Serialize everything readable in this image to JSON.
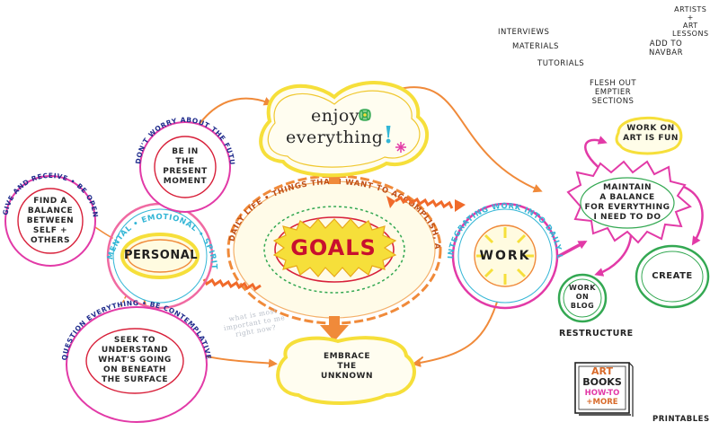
{
  "center": {
    "label": "GOALS",
    "ring_text": "DAILY LIFE • THINGS THAT I WANT TO ACCOMPLISH, ACHIEVE, OR INTEGRATE INTO MY DAILY LIFE"
  },
  "enjoy": {
    "line1": "enjoy",
    "line2": "everything",
    "mark": "!"
  },
  "embrace": {
    "lines": [
      "EMBRACE",
      "THE",
      "UNKNOWN"
    ]
  },
  "faint_note": "what is most important to me right now?",
  "personal": {
    "label": "PERSONAL",
    "ring_text": "MENTAL • EMOTIONAL • SPIRITUAL • SETTING INTENTIONS",
    "balance": {
      "lines": [
        "FIND A",
        "BALANCE",
        "BETWEEN",
        "SELF +",
        "OTHERS"
      ],
      "ring_text": "GIVE AND RECEIVE • BE OPEN AND LOOK WITHIN"
    },
    "present": {
      "lines": [
        "BE IN",
        "THE",
        "PRESENT",
        "MOMENT"
      ],
      "ring_text": "DON'T WORRY ABOUT THE FUTURE • LET IT BE"
    },
    "seek": {
      "lines": [
        "SEEK TO",
        "UNDERSTAND",
        "WHAT'S GOING",
        "ON BENEATH",
        "THE SURFACE"
      ],
      "ring_text": "QUESTION EVERYTHING • BE CONTEMPLATIVE + REFLECTIVE"
    }
  },
  "work": {
    "label": "WORK",
    "ring_text": "INTEGRATING WORK INTO DAILY LIFE • MINDFUL LIVING",
    "maintain": {
      "lines": [
        "MAINTAIN",
        "A BALANCE",
        "FOR EVERYTHING",
        "I NEED TO DO"
      ]
    },
    "work_fun": {
      "lines": [
        "WORK ON",
        "ART IS FUN"
      ]
    },
    "create": {
      "label": "CREATE"
    },
    "blog": {
      "lines": [
        "WORK",
        "ON",
        "BLOG"
      ]
    }
  },
  "notes": {
    "interviews": "INTERVIEWS",
    "materials": "MATERIALS",
    "tutorials": "TUTORIALS",
    "artists": [
      "ARTISTS",
      "+",
      "ART",
      "LESSONS"
    ],
    "add_navbar": [
      "ADD TO",
      "NAVBAR"
    ],
    "flesh_out": [
      "FLESH OUT",
      "EMPTIER",
      "SECTIONS"
    ],
    "restructure": "RESTRUCTURE",
    "printables": "PRINTABLES"
  },
  "book": {
    "line1": "ART",
    "line2": "BOOKS",
    "line3": "HOW-TO",
    "line4": "+MORE"
  },
  "colors": {
    "orange": "#f08a3a",
    "yellow": "#f6df3a",
    "magenta": "#e23aa7",
    "navy": "#1f2b8c",
    "green": "#33a852",
    "cyan": "#33b6d6",
    "pink": "#f06aa2",
    "red": "#d8203a"
  }
}
